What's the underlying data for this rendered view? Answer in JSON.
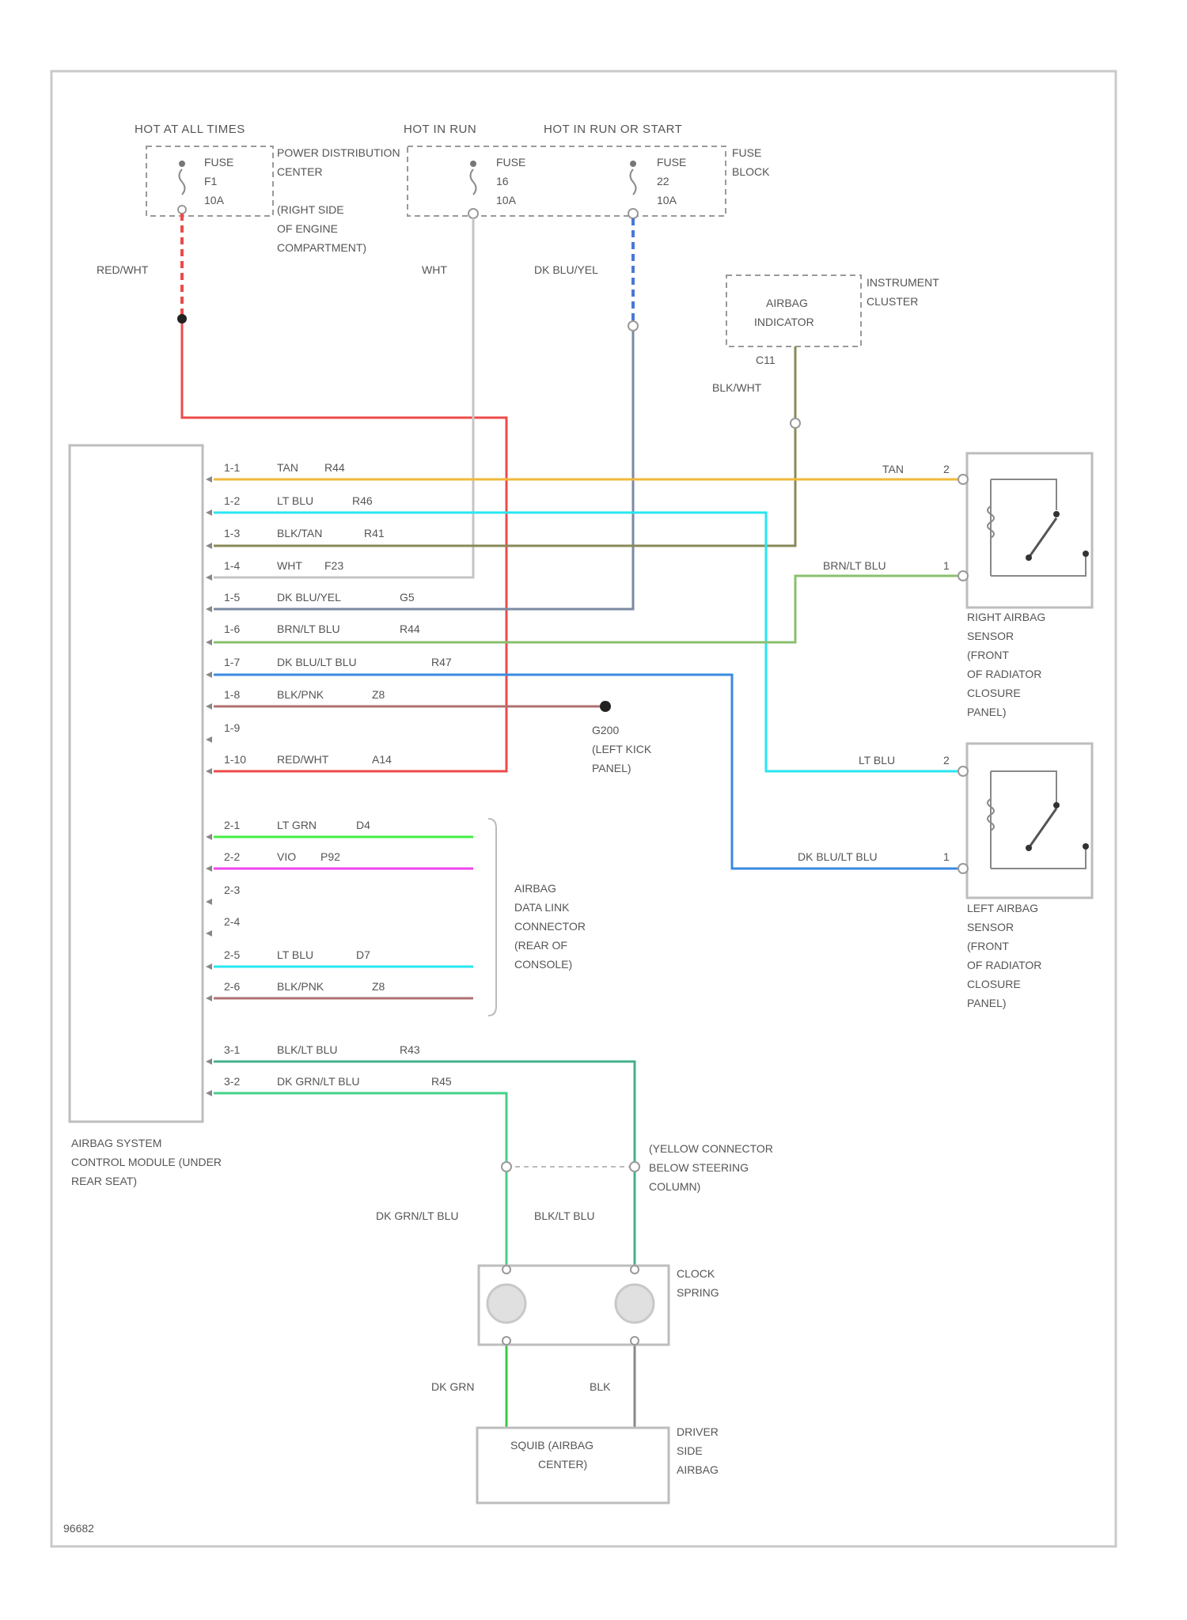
{
  "power": {
    "hot_at_all_times": "HOT AT ALL TIMES",
    "hot_in_run": "HOT IN RUN",
    "hot_in_run_or_start": "HOT IN RUN OR START",
    "fuse_f1": [
      "FUSE",
      "F1",
      "10A"
    ],
    "fuse_16": [
      "FUSE",
      "16",
      "10A"
    ],
    "fuse_22": [
      "FUSE",
      "22",
      "10A"
    ],
    "power_distribution_center": [
      "POWER DISTRIBUTION",
      "CENTER",
      "(RIGHT SIDE",
      "OF ENGINE",
      "COMPARTMENT)"
    ],
    "fuse_block": [
      "FUSE",
      "BLOCK"
    ]
  },
  "wire_labels": {
    "red_wht": "RED/WHT",
    "wht": "WHT",
    "dk_blu_yel": "DK BLU/YEL",
    "blk_wht": "BLK/WHT",
    "tan_right": "TAN",
    "brn_lt_blu_right": "BRN/LT BLU",
    "lt_blu_left": "LT BLU",
    "dk_blu_lt_blu_left": "DK BLU/LT BLU",
    "dk_grn_lt_blu": "DK GRN/LT BLU",
    "blk_lt_blu": "BLK/LT BLU",
    "dk_grn": "DK GRN",
    "blk": "BLK"
  },
  "instrument_cluster": {
    "indicator": [
      "AIRBAG",
      "INDICATOR"
    ],
    "name": [
      "INSTRUMENT",
      "CLUSTER"
    ],
    "connector": "C11"
  },
  "module": {
    "name": [
      "AIRBAG SYSTEM",
      "CONTROL MODULE (UNDER",
      "REAR SEAT)"
    ],
    "pins": [
      {
        "pin": "1-1",
        "wire": "TAN",
        "circuit": "R44"
      },
      {
        "pin": "1-2",
        "wire": "LT BLU",
        "circuit": "R46"
      },
      {
        "pin": "1-3",
        "wire": "BLK/TAN",
        "circuit": "R41"
      },
      {
        "pin": "1-4",
        "wire": "WHT",
        "circuit": "F23"
      },
      {
        "pin": "1-5",
        "wire": "DK BLU/YEL",
        "circuit": "G5"
      },
      {
        "pin": "1-6",
        "wire": "BRN/LT BLU",
        "circuit": "R44"
      },
      {
        "pin": "1-7",
        "wire": "DK BLU/LT BLU",
        "circuit": "R47"
      },
      {
        "pin": "1-8",
        "wire": "BLK/PNK",
        "circuit": "Z8"
      },
      {
        "pin": "1-9",
        "wire": "",
        "circuit": ""
      },
      {
        "pin": "1-10",
        "wire": "RED/WHT",
        "circuit": "A14"
      },
      {
        "pin": "2-1",
        "wire": "LT GRN",
        "circuit": "D4"
      },
      {
        "pin": "2-2",
        "wire": "VIO",
        "circuit": "P92"
      },
      {
        "pin": "2-3",
        "wire": "",
        "circuit": ""
      },
      {
        "pin": "2-4",
        "wire": "",
        "circuit": ""
      },
      {
        "pin": "2-5",
        "wire": "LT BLU",
        "circuit": "D7"
      },
      {
        "pin": "2-6",
        "wire": "BLK/PNK",
        "circuit": "Z8"
      },
      {
        "pin": "3-1",
        "wire": "BLK/LT BLU",
        "circuit": "R43"
      },
      {
        "pin": "3-2",
        "wire": "DK GRN/LT BLU",
        "circuit": "R45"
      }
    ]
  },
  "ground": {
    "name": "G200",
    "location": [
      "(LEFT KICK",
      "PANEL)"
    ]
  },
  "data_link": [
    "AIRBAG",
    "DATA LINK",
    "CONNECTOR",
    "(REAR OF",
    "CONSOLE)"
  ],
  "right_sensor": {
    "pin_top": "2",
    "pin_bottom": "1",
    "name": [
      "RIGHT AIRBAG",
      "SENSOR",
      "(FRONT",
      "OF RADIATOR",
      "CLOSURE",
      "PANEL)"
    ]
  },
  "left_sensor": {
    "pin_top": "2",
    "pin_bottom": "1",
    "name": [
      "LEFT AIRBAG",
      "SENSOR",
      "(FRONT",
      "OF RADIATOR",
      "CLOSURE",
      "PANEL)"
    ]
  },
  "yellow_connector": [
    "(YELLOW CONNECTOR",
    "BELOW STEERING",
    "COLUMN)"
  ],
  "clock_spring": [
    "CLOCK",
    "SPRING"
  ],
  "squib": {
    "inner": [
      "SQUIB (AIRBAG",
      "CENTER)"
    ],
    "name": [
      "DRIVER",
      "SIDE",
      "AIRBAG"
    ]
  },
  "figure_id": "96682",
  "colors": {
    "red_wht": "#ee4a4a",
    "wht": "#c4c4c4",
    "dk_blu_yel": "#4a78d8",
    "blk_wht": "#8a8a72",
    "tan": "#f0b83c",
    "lt_blu": "#28e6f0",
    "blk_tan": "#8a6a2a",
    "brn_lt_blu": "#8abf6e",
    "dk_blu_lt_blu": "#3a8ae0",
    "blk_pnk": "#b07070",
    "lt_grn": "#44ee44",
    "vio": "#ee44ee",
    "blk_lt_blu": "#44b08a",
    "dk_grn_lt_blu": "#44d088",
    "dk_grn": "#33cc44",
    "blk": "#888888"
  }
}
